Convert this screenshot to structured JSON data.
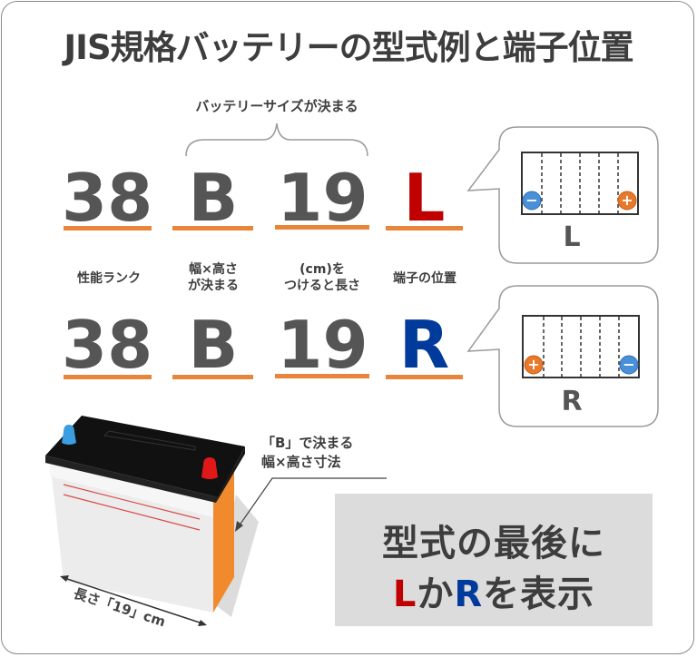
{
  "title": "JIS規格バッテリーの型式例と端子位置",
  "size_group_label": "バッテリーサイズが決まる",
  "colors": {
    "underline": "#e8853a",
    "text_dark": "#555555",
    "L_red": "#c00000",
    "R_blue": "#003a9a",
    "terminal_negative": "#4a90d9",
    "terminal_positive": "#e8792b",
    "summary_bg": "#dcdcdc",
    "battery_side": "#f08a2c"
  },
  "row_L": {
    "parts": [
      "38",
      "B",
      "19",
      "L"
    ]
  },
  "row_R": {
    "parts": [
      "38",
      "B",
      "19",
      "R"
    ]
  },
  "descriptions": [
    {
      "line1": "性能ランク",
      "line2": ""
    },
    {
      "line1": "幅×高さ",
      "line2": "が決まる"
    },
    {
      "line1": "(cm)を",
      "line2": "つけると長さ"
    },
    {
      "line1": "端子の位置",
      "line2": ""
    }
  ],
  "bubble_L": {
    "label": "L",
    "left_terminal": "−",
    "right_terminal": "+"
  },
  "bubble_R": {
    "label": "R",
    "left_terminal": "+",
    "right_terminal": "−"
  },
  "battery": {
    "callout_line1": "「B」で決まる",
    "callout_line2": "幅×高さ寸法",
    "length_label": "長さ「19」cm"
  },
  "summary": {
    "line1": "型式の最後に",
    "line2_L": "L",
    "line2_mid": "か",
    "line2_R": "R",
    "line2_end": "を表示"
  }
}
